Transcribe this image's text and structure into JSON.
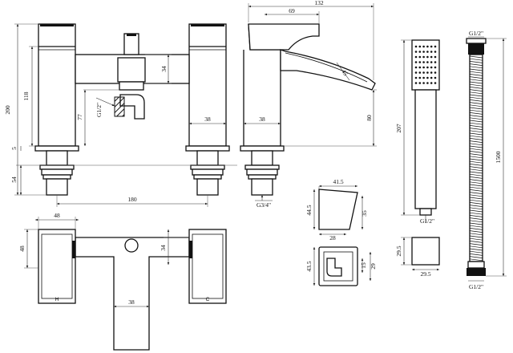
{
  "dimensions": {
    "d200": "200",
    "d118": "118",
    "d77": "77",
    "d5": "5",
    "d54": "54",
    "d34a": "34",
    "d38a": "38",
    "d180": "180",
    "thread_half": "G1/2\"",
    "d132": "132",
    "d69": "69",
    "d45": "45",
    "d80": "80",
    "d38b": "38",
    "thread_34": "G3/4\"",
    "d207": "207",
    "thread_half_b": "G1/2\"",
    "thread_half_c": "G1/2\"",
    "thread_half_d": "G1/2\"",
    "d1500": "1500",
    "d41_5": "41.5",
    "d44_5": "44.5",
    "d35": "35",
    "d28": "28",
    "d43_5": "43.5",
    "d15": "15",
    "d29": "29",
    "d29_5a": "29.5",
    "d29_5b": "29.5",
    "d48a": "48",
    "d48b": "48",
    "d34b": "34",
    "d38c": "38"
  },
  "labels": {
    "hot": "H",
    "cold": "C"
  }
}
